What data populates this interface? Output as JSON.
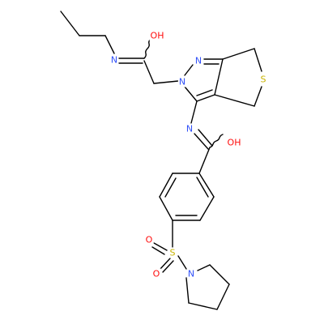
{
  "molecule": {
    "atoms": {
      "n_amide_top": "N",
      "o_amide_top": "OH",
      "n_pyrazole_top": "N",
      "n_pyrazole_left": "N",
      "s_thiophene": "S",
      "n_imine": "N",
      "o_benzamide": "OH",
      "s_sulfonyl": "S",
      "o_sulfonyl_upper": "O",
      "o_sulfonyl_lower": "O",
      "n_pyrrolidine": "N"
    },
    "colors": {
      "nitrogen": "#3050F8",
      "oxygen": "#FF0D0D",
      "sulfur": "#C8B400",
      "bond": "#000000"
    }
  }
}
